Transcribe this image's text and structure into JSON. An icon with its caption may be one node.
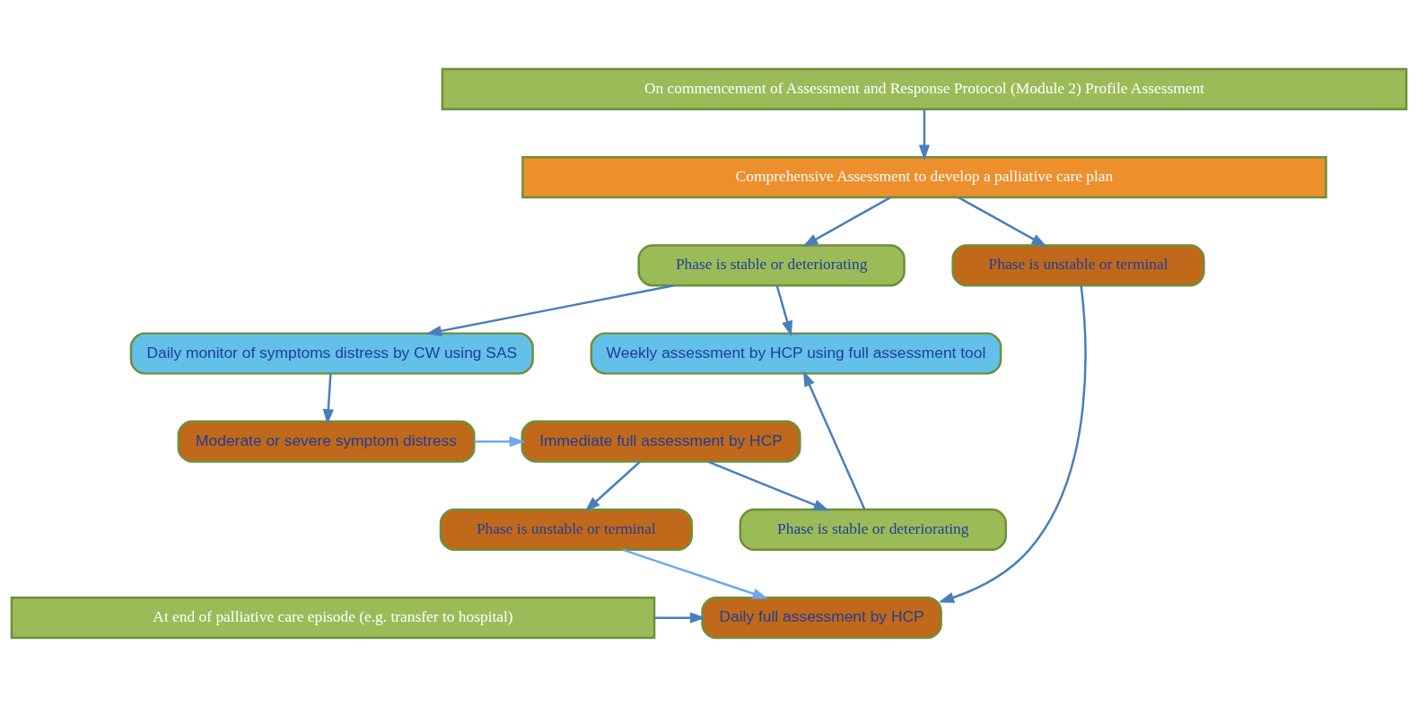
{
  "diagram": {
    "nodes": [
      {
        "text": [
          "On commencement of Assessment and Response Protocol (Module 2) Profile Assessment"
        ]
      },
      {
        "text": [
          "Comprehensive Assessment to develop a palliative care plan"
        ]
      },
      {
        "text": [
          "Phase is stable or deteriorating"
        ]
      },
      {
        "text": [
          "Phase is unstable or terminal"
        ]
      },
      {
        "text": [
          "Daily monitor of symptoms distress by CW using SAS"
        ]
      },
      {
        "text": [
          "Weekly assessment by HCP using full assessment tool"
        ]
      },
      {
        "text": [
          "Moderate or severe symptom distress"
        ]
      },
      {
        "text": [
          "Immediate full assessment by HCP"
        ]
      },
      {
        "text": [
          "Phase is stable or deteriorating"
        ]
      },
      {
        "text": [
          "Phase is unstable or terminal"
        ]
      },
      {
        "text": [
          "At end of palliative care episode (e.g. transfer to hospital)"
        ]
      },
      {
        "text": [
          "Daily full assessment by HCP"
        ]
      }
    ],
    "edges": [
      {
        "from": 0,
        "to": 1,
        "arrow": "to"
      },
      {
        "from": 1,
        "to": 2,
        "arrow": "to"
      },
      {
        "from": 1,
        "to": 3,
        "arrow": "to"
      },
      {
        "from": 2,
        "to": 4,
        "arrow": "to"
      },
      {
        "from": 2,
        "to": 5,
        "arrow": "to"
      },
      {
        "from": 4,
        "to": 6,
        "arrow": "to"
      },
      {
        "from": 6,
        "to": 7,
        "arrow": "to",
        "color": "#6fa8f0"
      },
      {
        "from": 7,
        "to": 8,
        "arrow": "to"
      },
      {
        "from": 7,
        "to": 9,
        "arrow": "to"
      },
      {
        "from": 8,
        "to": 5,
        "arrow": "to"
      },
      {
        "from": 9,
        "to": 11,
        "arrow": "to",
        "color": "#6fa8f0"
      },
      {
        "from": 3,
        "to": 11,
        "arrow": "to"
      },
      {
        "from": 10,
        "to": 11,
        "arrow": "to"
      }
    ]
  }
}
